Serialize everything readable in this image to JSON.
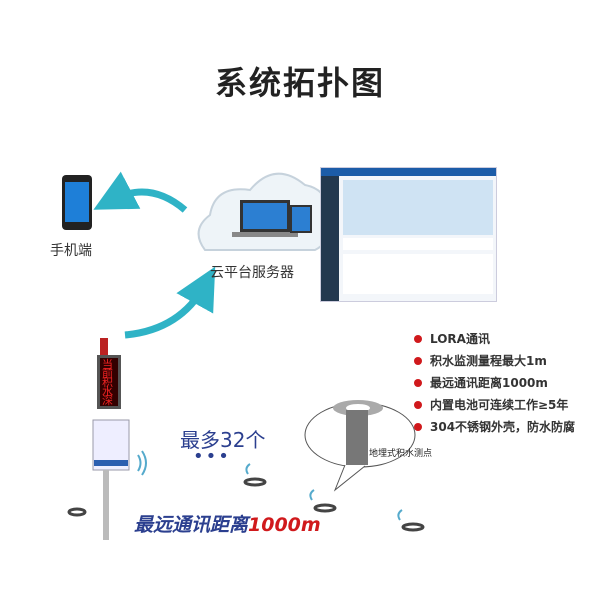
{
  "title": "系统拓扑图",
  "phone_label": "手机端",
  "cloud_label": "云平台服务器",
  "features": [
    "LORA通讯",
    "积水监测量程最大1m",
    "最远通讯距离1000m",
    "内置电池可连续工作≥5年",
    "304不锈钢外壳，防水防腐"
  ],
  "max_nodes": "最多32个",
  "dots": "•••",
  "range_prefix": "最远通讯距离",
  "range_value": "1000m",
  "sensor_label": "地埋式积水测点",
  "display_text": "当前积水深",
  "colors": {
    "teal": "#2fb3c6",
    "red": "#d0191c",
    "navy": "#2b3f8f"
  }
}
